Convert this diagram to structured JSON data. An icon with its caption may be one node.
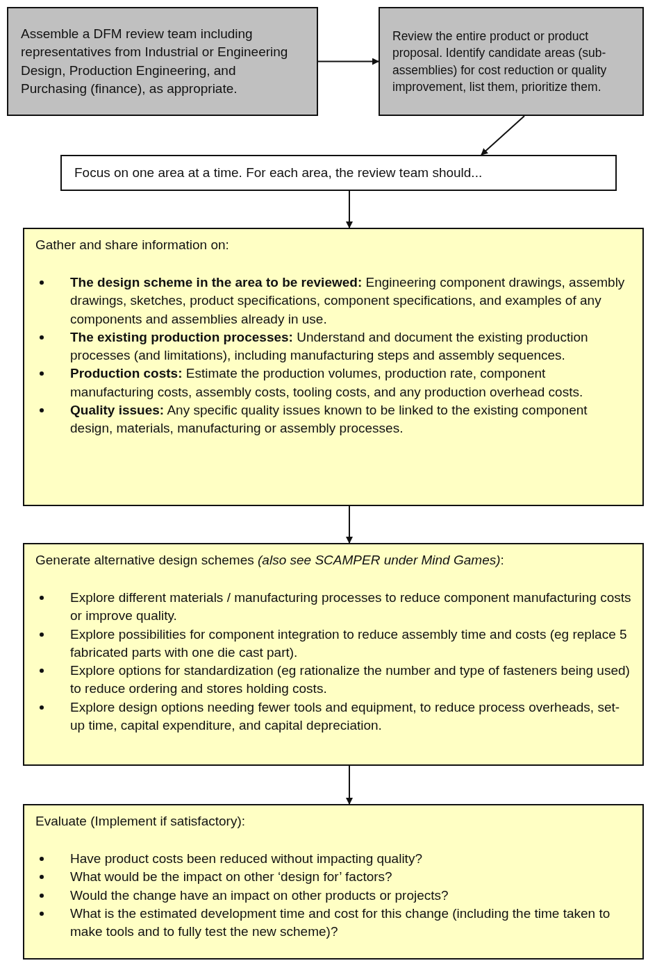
{
  "diagram": {
    "nodes": [
      {
        "text": [
          "Assemble a DFM review team including representatives from Industrial or Engineering Design, Production Engineering, and Purchasing (finance), as appropriate."
        ]
      },
      {
        "text": [
          "Review the entire product or product proposal. Identify candidate areas (sub-assemblies) for cost reduction or quality improvement, list them, prioritize them."
        ]
      },
      {
        "text": [
          "Focus on one area at a time. For each area, the review team should..."
        ]
      },
      {
        "text": [
          "Gather and share information on:",
          "**The design scheme in the area to be reviewed:** Engineering component drawings, assembly drawings, sketches, product specifications, component specifications, and examples of any components and assemblies already in use.",
          "**The existing production processes:** Understand and document the existing production processes (and limitations), including manufacturing steps and assembly sequences.",
          "**Production costs:** Estimate the production volumes, production rate, component manufacturing costs, assembly costs, tooling costs, and any production overhead costs.",
          "**Quality issues:** Any specific quality issues known to be linked to the existing component design, materials, manufacturing or assembly processes."
        ]
      },
      {
        "text": [
          "Generate alternative design schemes *(also see SCAMPER under Mind Games)*:",
          "Explore different materials / manufacturing processes to reduce component manufacturing costs or improve quality.",
          "Explore possibilities for component integration to reduce assembly time and costs (eg replace 5 fabricated parts with one die cast part).",
          "Explore options for standardization (eg rationalize the number and type of fasteners being used) to reduce ordering and stores holding costs.",
          "Explore design options needing fewer tools and equipment, to reduce process overheads, set-up time, capital expenditure, and capital depreciation."
        ]
      },
      {
        "text": [
          "Evaluate (Implement if satisfactory):",
          "Have product costs been reduced without impacting quality?",
          "What would be the impact on other ‘design for’ factors?",
          "Would the change have an impact on other products or projects?",
          "What is the estimated development time and cost for this change (including the time taken to make tools and to fully test the new scheme)?"
        ]
      }
    ],
    "edges": [
      {
        "from": 0,
        "to": 1,
        "arrow": "to"
      },
      {
        "from": 1,
        "to": 2,
        "arrow": "to"
      },
      {
        "from": 2,
        "to": 3,
        "arrow": "to"
      },
      {
        "from": 3,
        "to": 4,
        "arrow": "to"
      },
      {
        "from": 4,
        "to": 5,
        "arrow": "to"
      }
    ]
  }
}
